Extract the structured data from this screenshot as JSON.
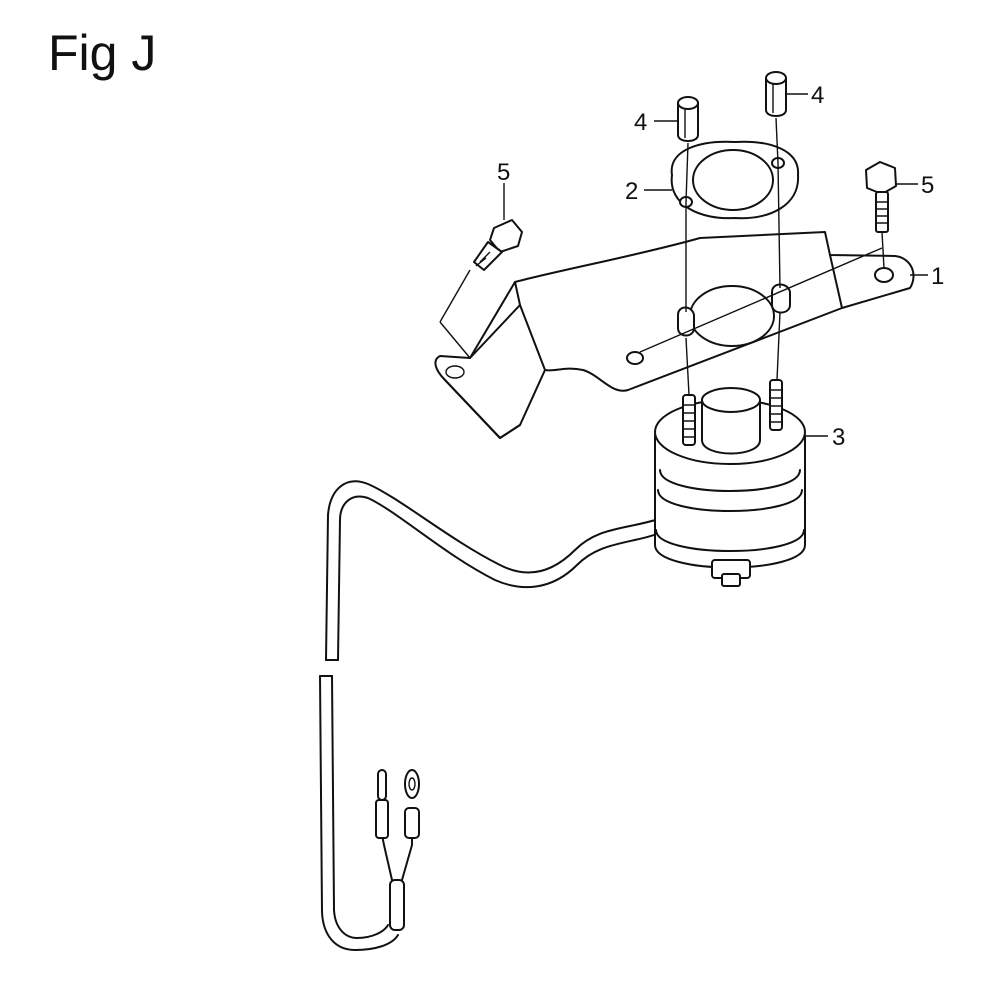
{
  "figure": {
    "title": "Fig J"
  },
  "callouts": [
    {
      "id": "c1",
      "label": "1",
      "part": "bracket"
    },
    {
      "id": "c2",
      "label": "2",
      "part": "gasket"
    },
    {
      "id": "c3",
      "label": "3",
      "part": "sensor-unit"
    },
    {
      "id": "c4a",
      "label": "4",
      "part": "nut-left"
    },
    {
      "id": "c4b",
      "label": "4",
      "part": "nut-right"
    },
    {
      "id": "c5a",
      "label": "5",
      "part": "bolt-left"
    },
    {
      "id": "c5b",
      "label": "5",
      "part": "bolt-right"
    }
  ]
}
